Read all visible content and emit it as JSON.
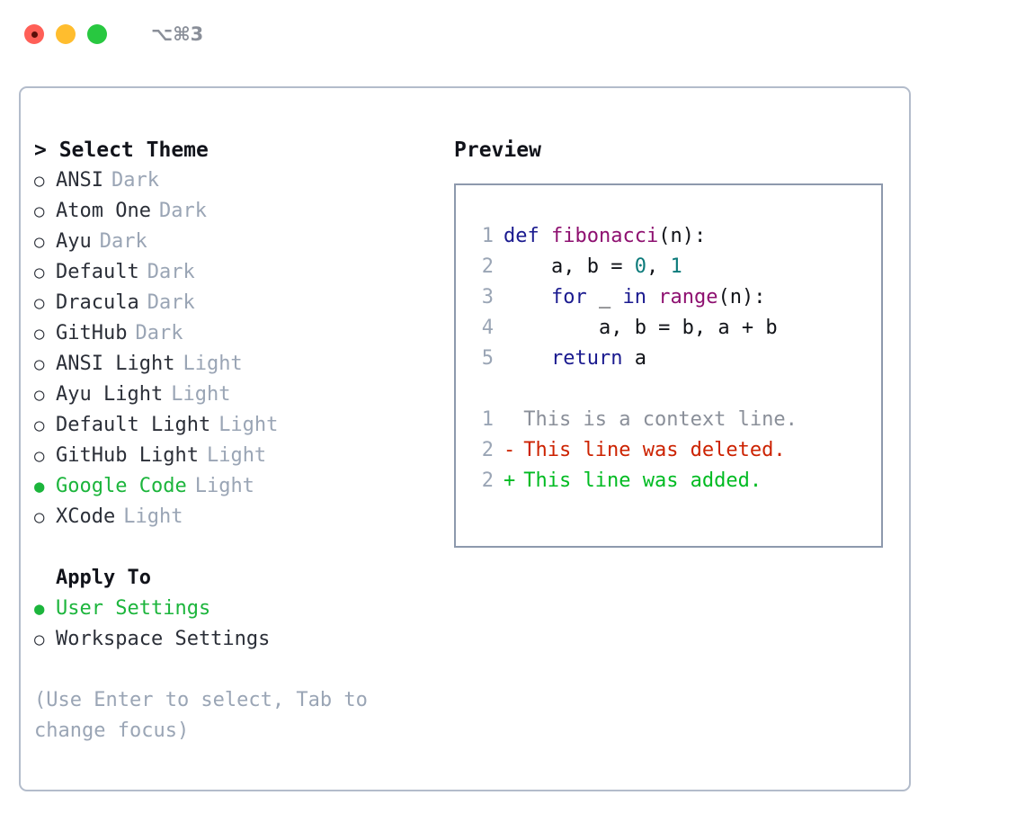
{
  "window": {
    "shortcut_label": "⌥⌘3",
    "traffic_lights": [
      "close",
      "minimize",
      "maximize"
    ]
  },
  "colors": {
    "accent_green": "#1cb53c",
    "dim_text": "#9aa5b5",
    "border": "#b3bccb",
    "preview_border": "#8d99ad",
    "keyword": "#1a1a8f",
    "function": "#8e1070",
    "number": "#0b7a7a",
    "diff_delete": "#cc2200",
    "diff_add": "#00bb22",
    "diff_context": "#8a8f99",
    "tl_close": "#ff5f57",
    "tl_min": "#ffbd2e",
    "tl_max": "#28c840"
  },
  "theme_picker": {
    "prompt": "> Select Theme",
    "bullet_selected": "●",
    "bullet_unselected": "○",
    "options": [
      {
        "name": "ANSI",
        "kind": "Dark",
        "selected": false
      },
      {
        "name": "Atom One",
        "kind": "Dark",
        "selected": false
      },
      {
        "name": "Ayu",
        "kind": "Dark",
        "selected": false
      },
      {
        "name": "Default",
        "kind": "Dark",
        "selected": false
      },
      {
        "name": "Dracula",
        "kind": "Dark",
        "selected": false
      },
      {
        "name": "GitHub",
        "kind": "Dark",
        "selected": false
      },
      {
        "name": "ANSI Light",
        "kind": "Light",
        "selected": false
      },
      {
        "name": "Ayu Light",
        "kind": "Light",
        "selected": false
      },
      {
        "name": "Default Light",
        "kind": "Light",
        "selected": false
      },
      {
        "name": "GitHub Light",
        "kind": "Light",
        "selected": false
      },
      {
        "name": "Google Code",
        "kind": "Light",
        "selected": true
      },
      {
        "name": "XCode",
        "kind": "Light",
        "selected": false
      }
    ]
  },
  "apply_to": {
    "label": "Apply To",
    "options": [
      {
        "name": "User Settings",
        "selected": true
      },
      {
        "name": "Workspace Settings",
        "selected": false
      }
    ]
  },
  "hint": "(Use Enter to select, Tab to change focus)",
  "preview": {
    "title": "Preview",
    "code_lines": [
      {
        "no": "1",
        "tokens": [
          {
            "t": "def",
            "c": "kw"
          },
          {
            "t": " ",
            "c": "plain"
          },
          {
            "t": "fibonacci",
            "c": "fn"
          },
          {
            "t": "(n):",
            "c": "plain"
          }
        ]
      },
      {
        "no": "2",
        "tokens": [
          {
            "t": "    a, b = ",
            "c": "plain"
          },
          {
            "t": "0",
            "c": "num"
          },
          {
            "t": ", ",
            "c": "plain"
          },
          {
            "t": "1",
            "c": "num"
          }
        ]
      },
      {
        "no": "3",
        "tokens": [
          {
            "t": "    ",
            "c": "plain"
          },
          {
            "t": "for",
            "c": "kw"
          },
          {
            "t": " _ ",
            "c": "plain"
          },
          {
            "t": "in",
            "c": "kw"
          },
          {
            "t": " ",
            "c": "plain"
          },
          {
            "t": "range",
            "c": "fn"
          },
          {
            "t": "(n):",
            "c": "plain"
          }
        ]
      },
      {
        "no": "4",
        "tokens": [
          {
            "t": "        a, b = b, a + b",
            "c": "plain"
          }
        ]
      },
      {
        "no": "5",
        "tokens": [
          {
            "t": "    ",
            "c": "plain"
          },
          {
            "t": "return",
            "c": "kw"
          },
          {
            "t": " a",
            "c": "plain"
          }
        ]
      }
    ],
    "diff_lines": [
      {
        "no": "1",
        "marker": " ",
        "text": "This is a context line.",
        "kind": "context"
      },
      {
        "no": "2",
        "marker": "-",
        "text": "This line was deleted.",
        "kind": "del"
      },
      {
        "no": "2",
        "marker": "+",
        "text": "This line was added.",
        "kind": "add"
      }
    ]
  }
}
